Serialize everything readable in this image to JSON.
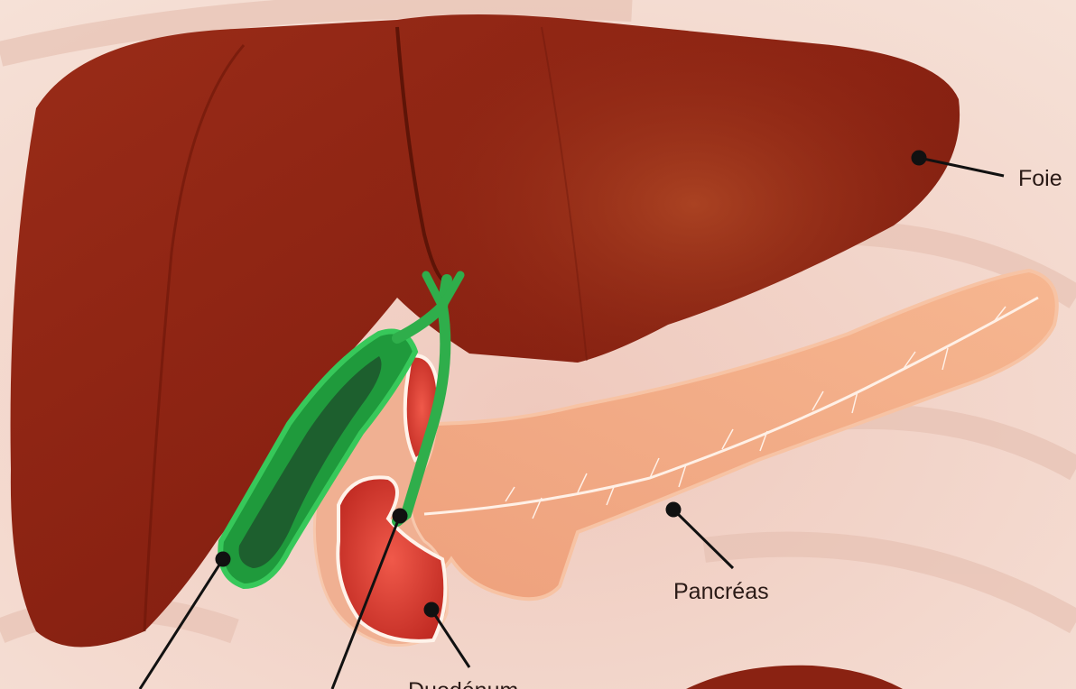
{
  "labels": {
    "liver": "Foie",
    "pancreas": "Pancréas",
    "duodenum": "Duodénum"
  },
  "colors": {
    "background": "#f2d6cc",
    "liver": "#8e2414",
    "liver_highlight": "#a8411f",
    "gallbladder": "#1f9a3c",
    "gallbladder_dark": "#1d5f2e",
    "pancreas": "#f0a57e",
    "pancreas_duct": "#fff0e6",
    "duodenum": "#e8483c",
    "leader_line": "#111111"
  }
}
